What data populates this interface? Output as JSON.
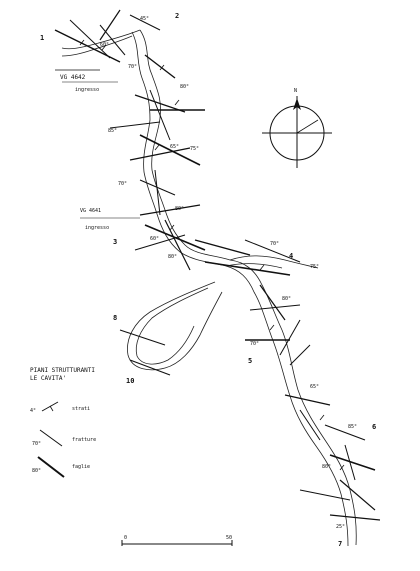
{
  "section_labels": {
    "s1": "1",
    "s2": "2",
    "s3": "3",
    "s4": "4",
    "s5": "5",
    "s6": "6",
    "s7": "7",
    "s8": "8",
    "s10": "10"
  },
  "entrances": {
    "upper_code": "VG 4642",
    "upper_label": "ingresso",
    "lower_code": "VG 4641",
    "lower_label": "ingresso"
  },
  "compass": {
    "north_label": "N"
  },
  "legend": {
    "title_line1": "PIANI STRUTTURANTI",
    "title_line2": "LE CAVITA'",
    "items": [
      {
        "angle": "4°",
        "label": "strati"
      },
      {
        "angle": "70°",
        "label": "fratture"
      },
      {
        "angle": "80°",
        "label": "faglie"
      }
    ]
  },
  "scale_bar": {
    "start": "0",
    "end": "50"
  },
  "dip_labels": [
    "45°",
    "60°",
    "70°",
    "80°",
    "85°",
    "65°",
    "75°",
    "70°",
    "80°",
    "60°",
    "80°",
    "70°",
    "75°",
    "80°",
    "70°",
    "65°",
    "85°",
    "80°",
    "25°"
  ],
  "colors": {
    "ink": "#111111",
    "background": "#ffffff"
  }
}
